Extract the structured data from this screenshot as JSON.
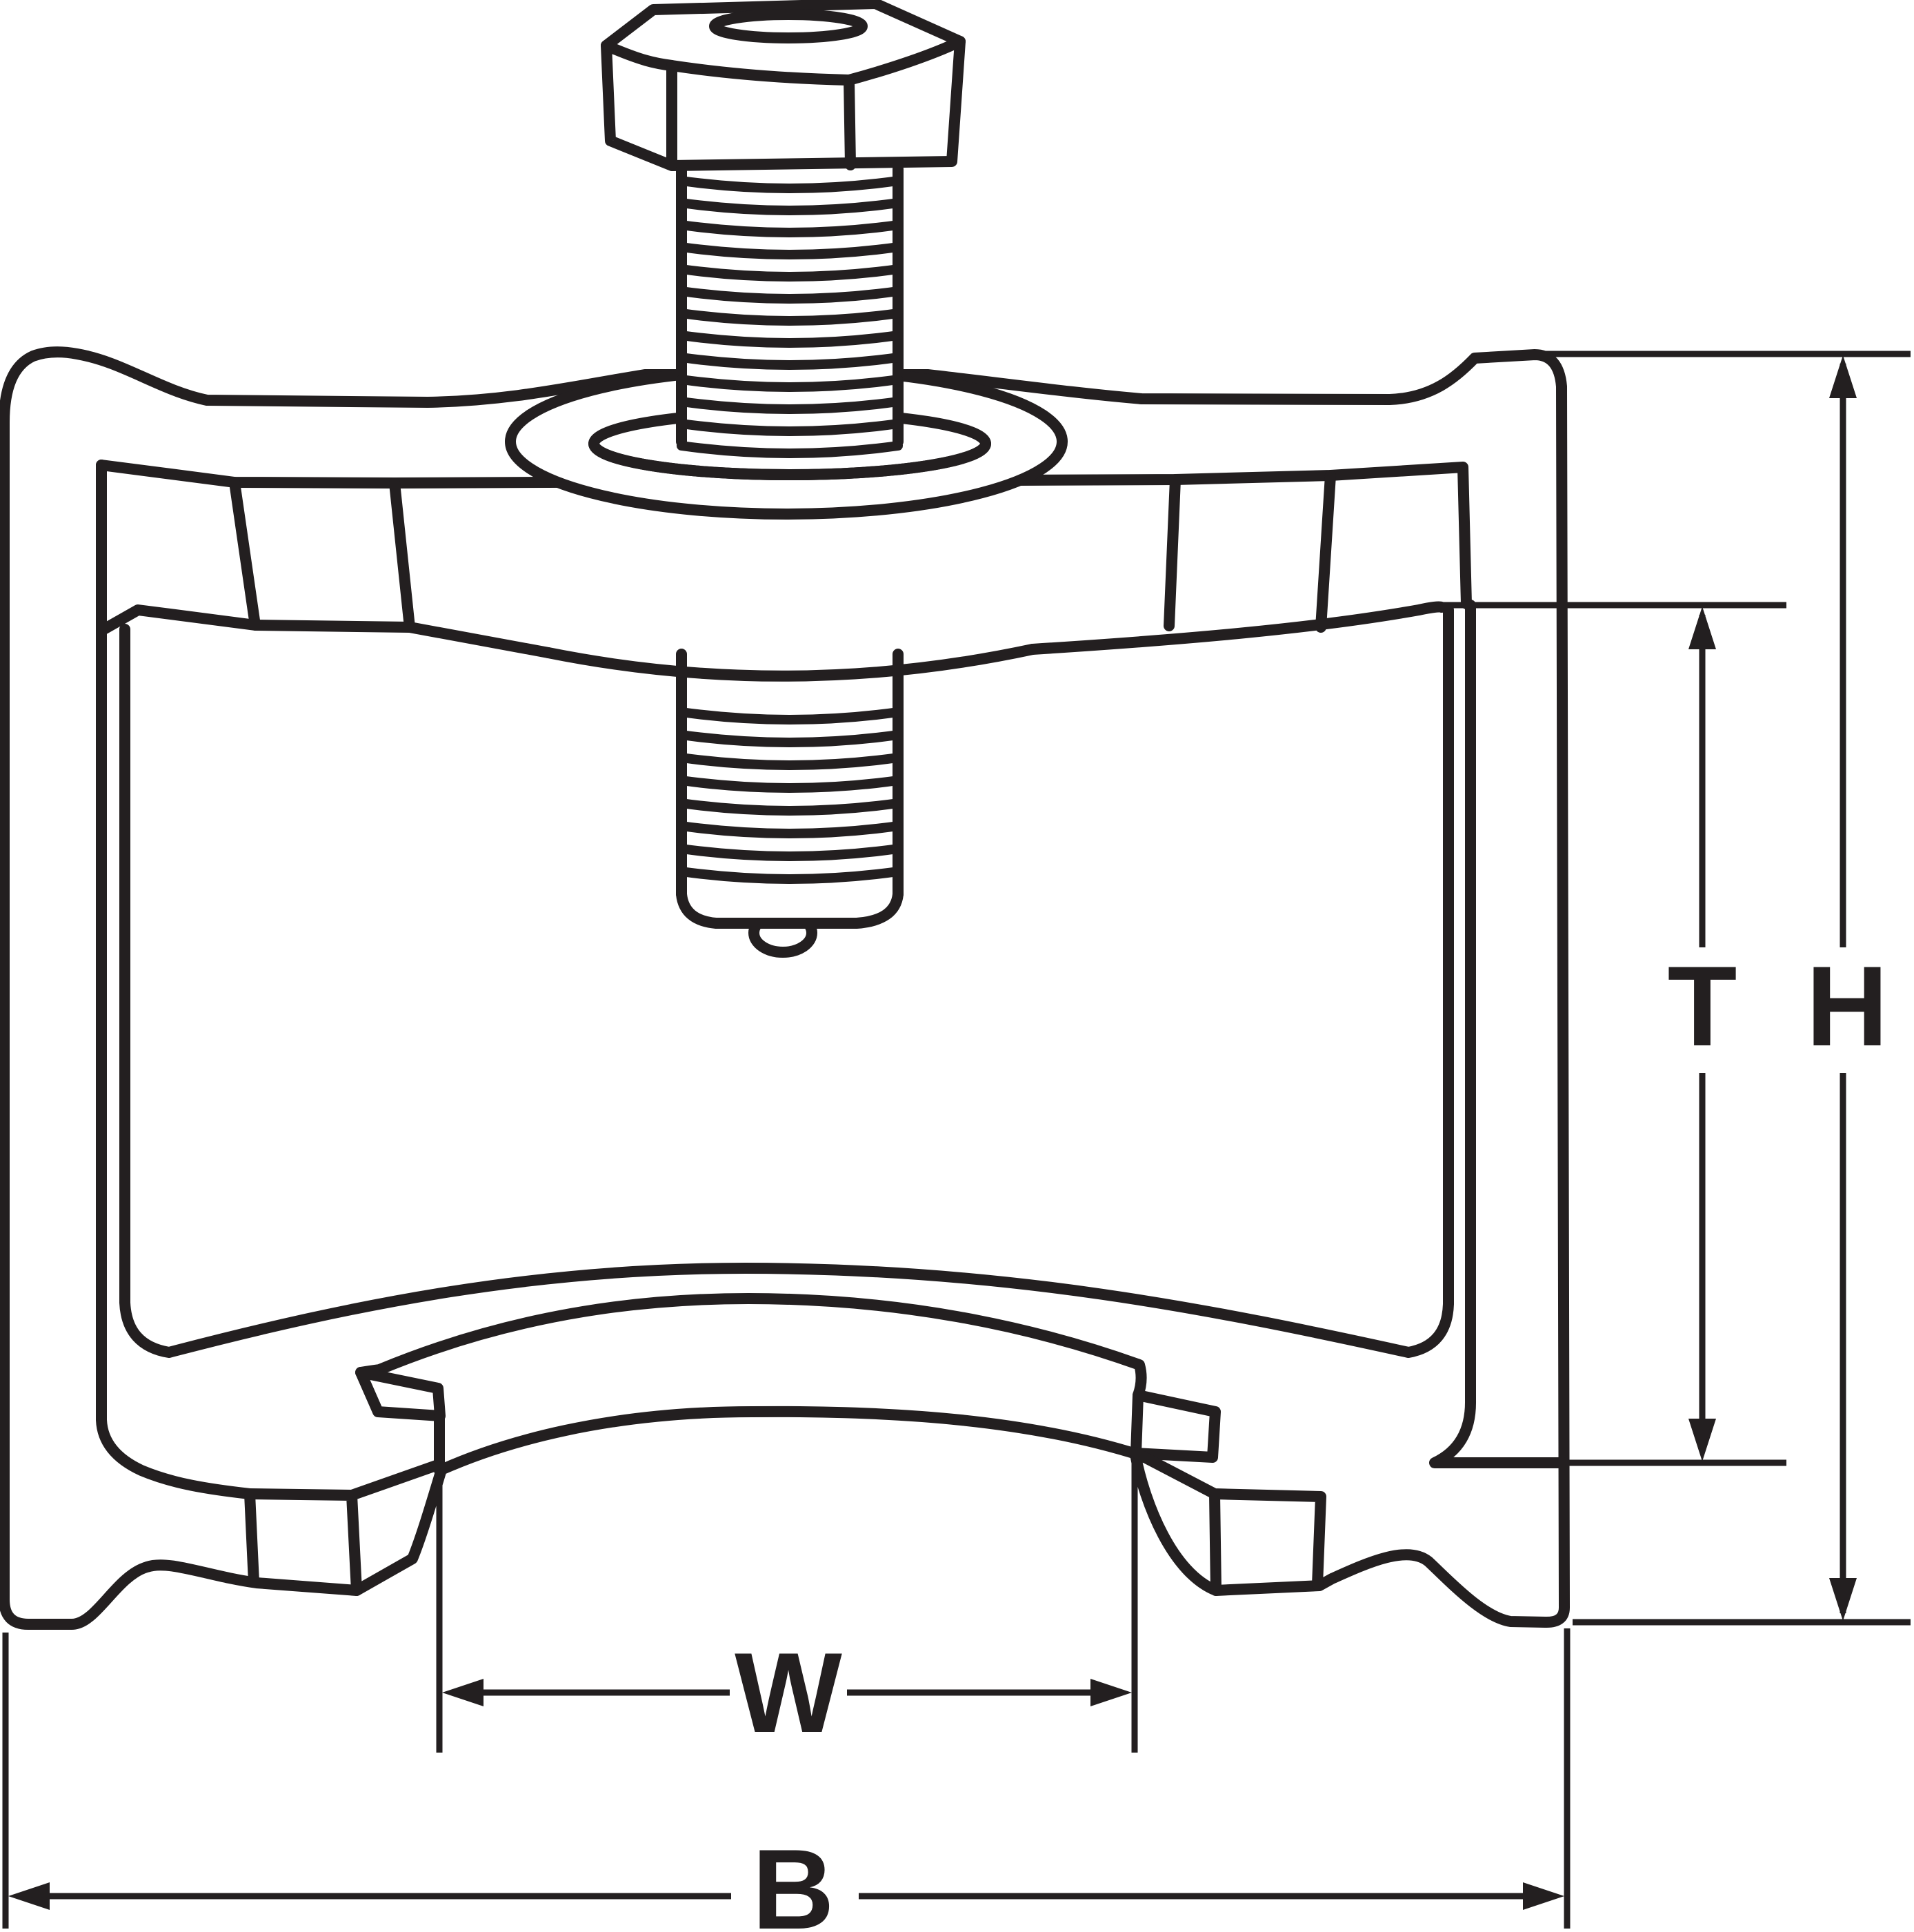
{
  "diagram": {
    "type": "technical-line-drawing",
    "subject": "puller-tool-side-view-with-dimensions",
    "colors": {
      "line": "#231f20",
      "background": "#ffffff"
    },
    "dimensions": {
      "inner_height": {
        "label": "T"
      },
      "overall_height": {
        "label": "H"
      },
      "jaw_opening_width": {
        "label": "W"
      },
      "overall_width": {
        "label": "B"
      }
    }
  }
}
